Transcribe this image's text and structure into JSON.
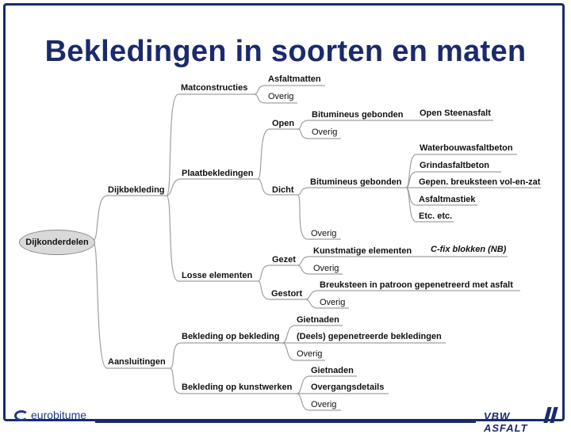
{
  "slide": {
    "title": "Bekledingen in soorten en maten"
  },
  "mindmap": {
    "root": "Dijkonderdelen",
    "dijkbekleding": "Dijkbekleding",
    "matconstructies": "Matconstructies",
    "asfaltmatten": "Asfaltmatten",
    "overig_mat": "Overig",
    "plaatbekledingen": "Plaatbekledingen",
    "open": "Open",
    "bit_gebonden_open": "Bitumineus gebonden",
    "open_steenasfalt": "Open Steenasfalt",
    "overig_open": "Overig",
    "dicht": "Dicht",
    "bit_gebonden_dicht": "Bitumineus gebonden",
    "waterbouwasfaltbeton": "Waterbouwasfaltbeton",
    "grindasfaltbeton": "Grindasfaltbeton",
    "gepenetreerd": "Gepen. breuksteen vol-en-zat",
    "asfaltmastiek": "Asfaltmastiek",
    "etc": "Etc. etc.",
    "overig_dicht": "Overig",
    "losse_elementen": "Losse elementen",
    "gezet": "Gezet",
    "kunstmatige_elementen": "Kunstmatige elementen",
    "cfix": "C-fix blokken (NB)",
    "overig_gezet": "Overig",
    "gestort": "Gestort",
    "breuksteen_patroon": "Breuksteen in patroon gepenetreerd met asfalt",
    "overig_gestort": "Overig",
    "aansluitingen": "Aansluitingen",
    "bekleding_op_bekleding": "Bekleding op bekleding",
    "gietnaden_1": "Gietnaden",
    "deels_gepenetreerd": "(Deels) gepenetreerde bekledingen",
    "overig_bb": "Overig",
    "bekleding_op_kunstwerken": "Bekleding op kunstwerken",
    "gietnaden_2": "Gietnaden",
    "overgangsdetails": "Overgangsdetails",
    "overig_kw": "Overig"
  },
  "logos": {
    "left": "eurobitume",
    "right": "VBW ASFALT"
  },
  "colors": {
    "title": "#1a2a6c",
    "connector": "#a0a0a0",
    "root_fill": "#d9d9d9"
  }
}
